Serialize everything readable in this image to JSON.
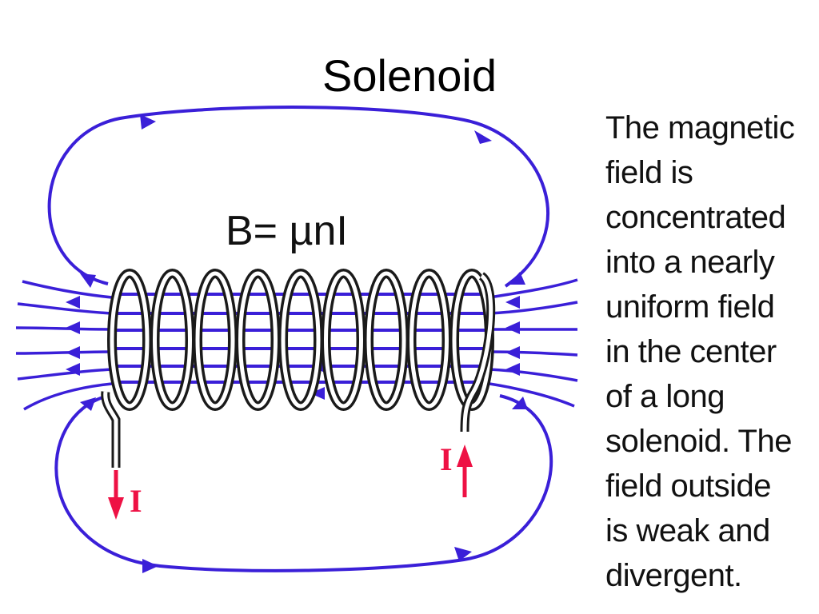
{
  "slide": {
    "title": "Solenoid"
  },
  "diagram": {
    "formula": "B= µnI",
    "current_label_left": "I",
    "current_label_right": "I",
    "turns": 9,
    "colors": {
      "field_lines": "#3a1fd8",
      "current": "#ee1144",
      "coil_outline": "#1a1a1a",
      "coil_fill": "#ffffff"
    }
  },
  "description": {
    "lines": [
      "The magnetic",
      "field is",
      "concentrated",
      "into a nearly",
      "uniform field",
      "in the center",
      "of a long",
      "solenoid. The",
      "field outside",
      "is weak and",
      "divergent."
    ]
  }
}
